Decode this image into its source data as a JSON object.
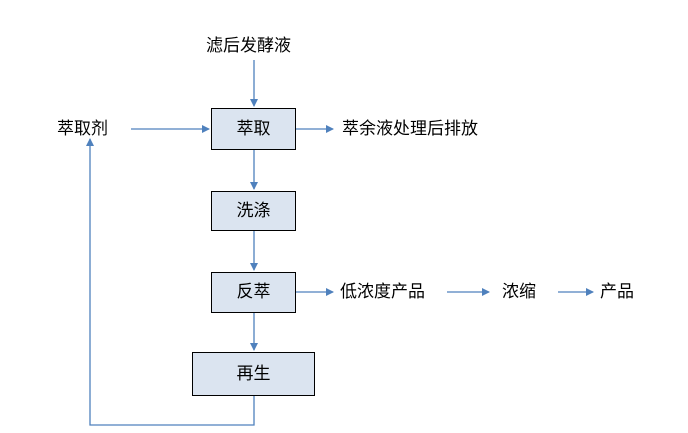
{
  "input_label": "滤后发酵液",
  "solvent_label": "萃取剂",
  "boxes": {
    "extraction": "萃取",
    "washing": "洗涤",
    "back_extraction": "反萃",
    "regeneration": "再生"
  },
  "outputs": {
    "raffinate": "萃余液处理后排放",
    "low_concentration": "低浓度产品",
    "concentration": "浓缩",
    "product": "产品"
  },
  "colors": {
    "arrow": "#4f81bd",
    "box_fill": "#dbe4f0",
    "box_border": "#000000"
  }
}
